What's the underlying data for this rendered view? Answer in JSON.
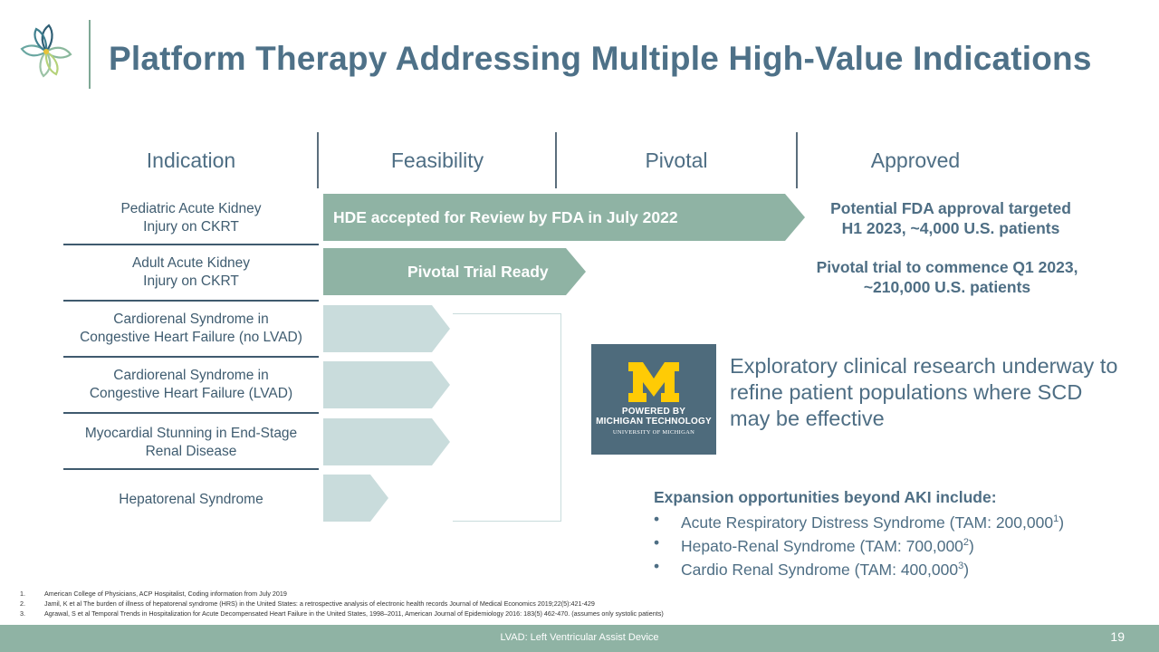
{
  "title": "Platform Therapy Addressing Multiple High-Value Indications",
  "columns": [
    "Indication",
    "Feasibility",
    "Pivotal",
    "Approved"
  ],
  "indications": [
    {
      "line1": "Pediatric Acute Kidney",
      "line2": "Injury on CKRT"
    },
    {
      "line1": "Adult Acute Kidney",
      "line2": "Injury on CKRT"
    },
    {
      "line1": "Cardiorenal Syndrome in",
      "line2": "Congestive Heart Failure (no LVAD)"
    },
    {
      "line1": "Cardiorenal Syndrome in",
      "line2": "Congestive Heart Failure (LVAD)"
    },
    {
      "line1": "Myocardial Stunning in End-Stage",
      "line2": "Renal Disease"
    },
    {
      "line1": "Hepatorenal Syndrome",
      "line2": ""
    }
  ],
  "arrows": {
    "hde": "HDE accepted for Review by FDA in July 2022",
    "pivotal": "Pivotal Trial Ready"
  },
  "approved": {
    "row1_line1": "Potential FDA approval targeted",
    "row1_line2": "H1 2023, ~4,000 U.S. patients",
    "row2_line1": "Pivotal trial to commence Q1 2023,",
    "row2_line2": "~210,000 U.S. patients"
  },
  "umich": {
    "letter": "M",
    "powered_line1": "POWERED BY",
    "powered_line2": "MICHIGAN TECHNOLOGY",
    "university": "UNIVERSITY OF MICHIGAN"
  },
  "exploratory": "Exploratory clinical research underway to refine patient populations where SCD may be effective",
  "expansion": {
    "heading": "Expansion opportunities beyond AKI include:",
    "bullet": "•",
    "items": [
      {
        "text": "Acute Respiratory Distress Syndrome (TAM: 200,000",
        "ref": "1",
        "close": ")"
      },
      {
        "text": "Hepato-Renal Syndrome (TAM: 700,000",
        "ref": "2",
        "close": ")"
      },
      {
        "text": "Cardio Renal Syndrome (TAM: 400,000",
        "ref": "3",
        "close": ")"
      }
    ]
  },
  "footnotes": [
    {
      "num": "1.",
      "text": "American College of Physicians, ACP Hospitalist, Coding information from July 2019"
    },
    {
      "num": "2.",
      "text": "Jamil, K et al The burden of illness of hepatorenal syndrome (HRS) in the United States: a retrospective analysis of electronic health records Journal of Medical Economics 2019;22(5):421-429"
    },
    {
      "num": "3.",
      "text": "Agrawal, S et al Temporal Trends in Hospitalization for Acute Decompensated Heart Failure in the United States, 1998–2011, American Journal of Epidemiology 2016: 183(5) 462-470. (assumes only systolic patients)"
    }
  ],
  "footer": {
    "note": "LVAD: Left Ventricular Assist Device",
    "page": "19"
  },
  "colors": {
    "title": "#4e7188",
    "arrow_dark": "#8fb3a4",
    "arrow_light": "#c9dcdc",
    "umich_bg": "#4e6b7c",
    "umich_maize": "#ffcb05"
  }
}
